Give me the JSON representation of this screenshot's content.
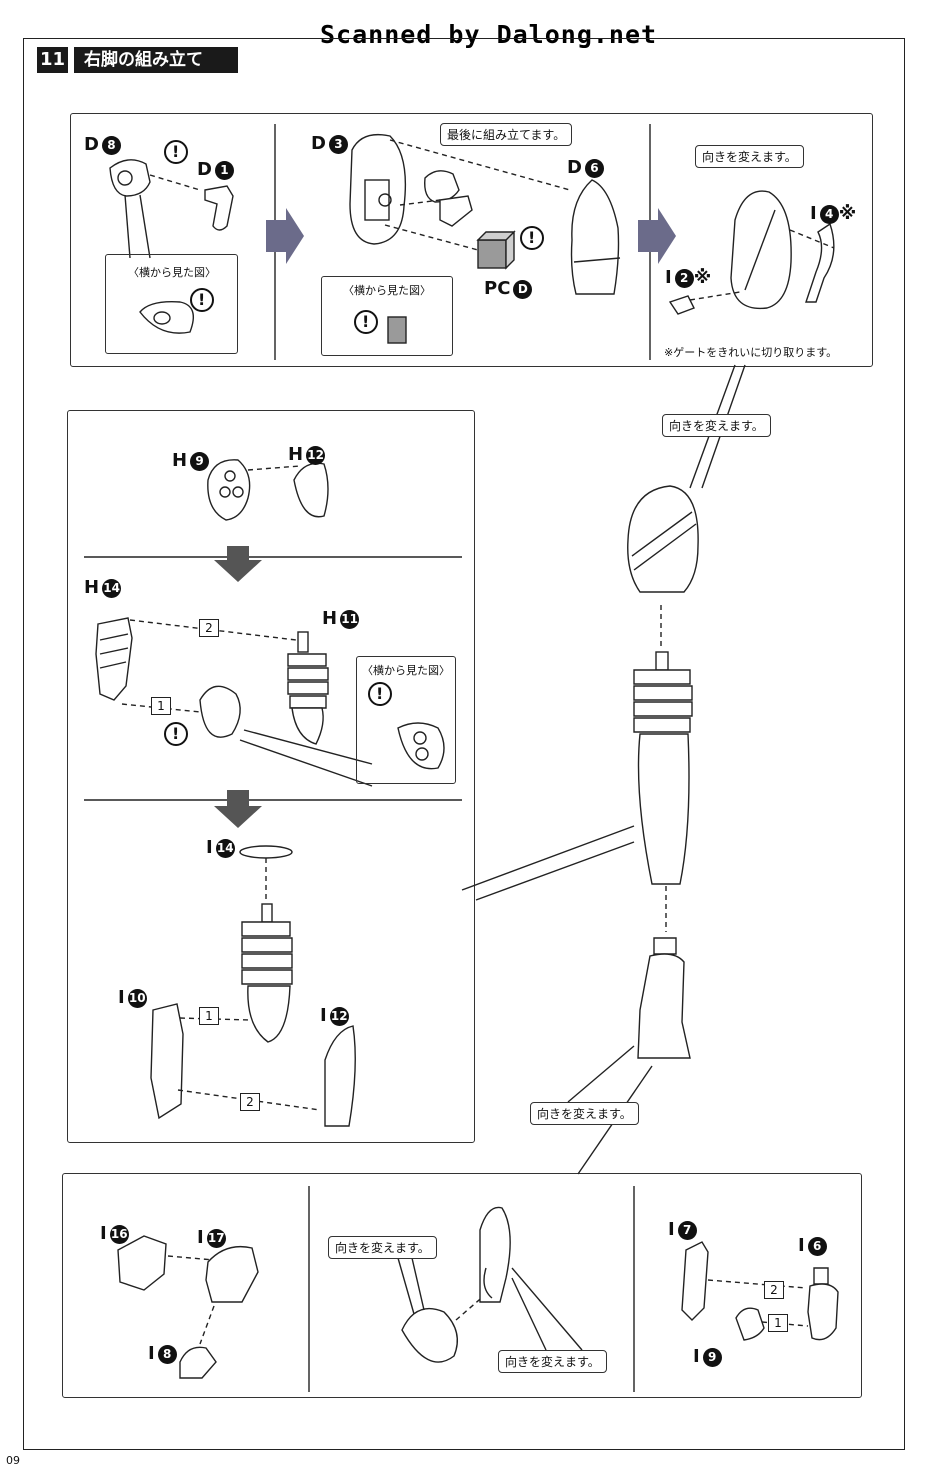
{
  "watermark": "Scanned by Dalong.net",
  "step": {
    "number": "11",
    "title": "右脚の組み立て"
  },
  "page_number": "09",
  "notes": {
    "side_view": "〈横から見た図〉",
    "assemble_last": "最後に組み立てます。",
    "turn_around": "向きを変えます。",
    "gate_note": "※ゲートをきれいに切り取ります。"
  },
  "parts": {
    "d8": {
      "letter": "D",
      "num": "8"
    },
    "d1": {
      "letter": "D",
      "num": "1"
    },
    "d3": {
      "letter": "D",
      "num": "3"
    },
    "d6": {
      "letter": "D",
      "num": "6"
    },
    "pcd": {
      "letter": "PC",
      "num": "D"
    },
    "i4": {
      "letter": "I",
      "num": "4",
      "mark": "※"
    },
    "i2": {
      "letter": "I",
      "num": "2",
      "mark": "※"
    },
    "h9": {
      "letter": "H",
      "num": "9"
    },
    "h12": {
      "letter": "H",
      "num": "12"
    },
    "h14": {
      "letter": "H",
      "num": "14"
    },
    "h11": {
      "letter": "H",
      "num": "11"
    },
    "i14": {
      "letter": "I",
      "num": "14"
    },
    "i10": {
      "letter": "I",
      "num": "10"
    },
    "i12": {
      "letter": "I",
      "num": "12"
    },
    "i16": {
      "letter": "I",
      "num": "16"
    },
    "i17": {
      "letter": "I",
      "num": "17"
    },
    "i8": {
      "letter": "I",
      "num": "8"
    },
    "i7": {
      "letter": "I",
      "num": "7"
    },
    "i6": {
      "letter": "I",
      "num": "6"
    },
    "i9": {
      "letter": "I",
      "num": "9"
    }
  },
  "order_marks": {
    "one": "1",
    "two": "2"
  },
  "warning_mark": "!"
}
